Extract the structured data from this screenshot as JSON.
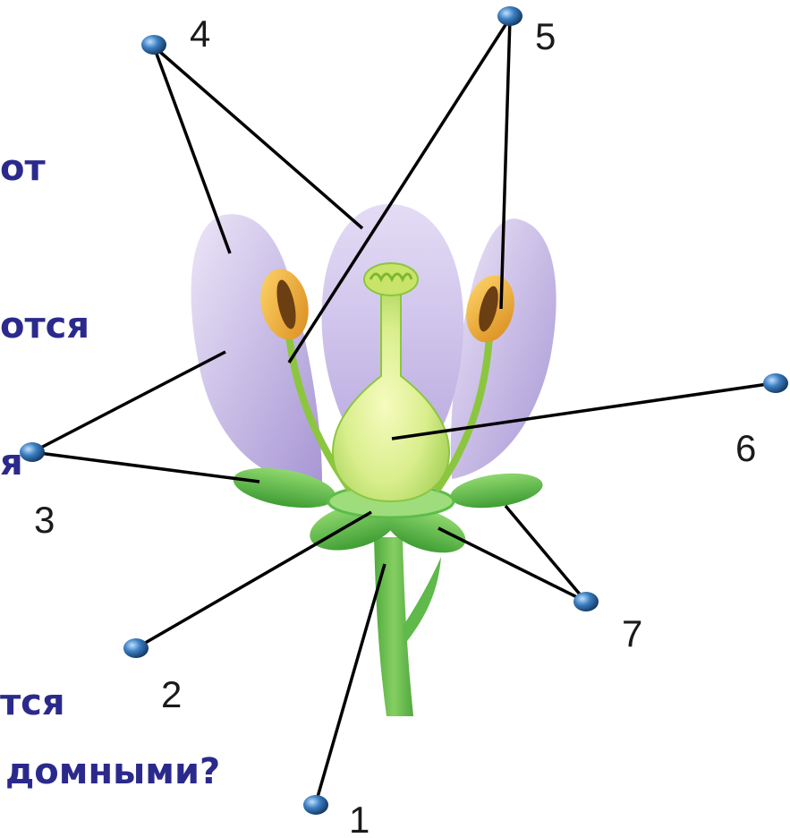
{
  "text_fragments": [
    "от",
    "отся",
    "я",
    "тся",
    "домными?"
  ],
  "labels": [
    "1",
    "2",
    "3",
    "4",
    "5",
    "6",
    "7"
  ],
  "colors": {
    "text": "#2b2a8c",
    "petal": "#c9bde6",
    "sepal": "#5cbd4a",
    "pistil": "#d6ec8a",
    "anther": "#f2b23a",
    "line": "#000000",
    "pin": "#3d7fc2"
  }
}
